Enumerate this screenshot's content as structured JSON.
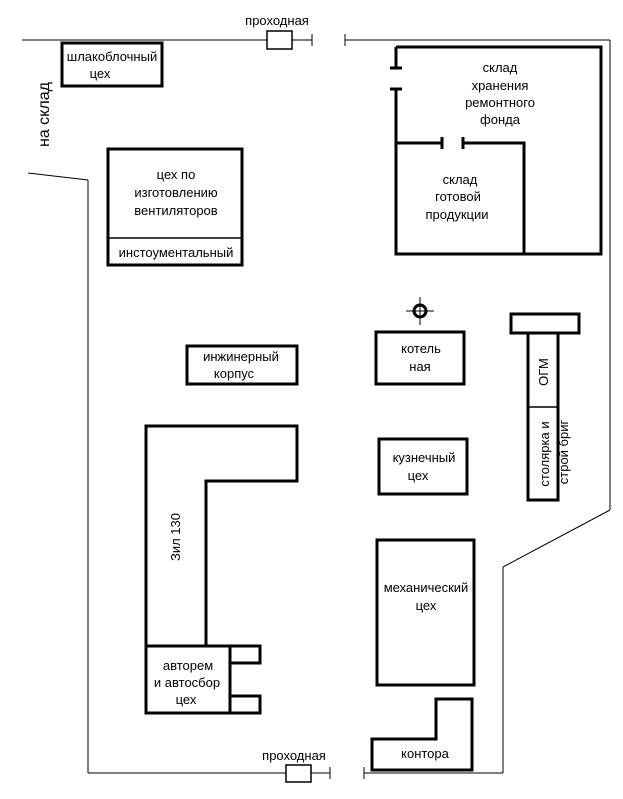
{
  "labels": {
    "gate_top": "проходная",
    "gate_bottom": "проходная",
    "to_warehouse": "на склад",
    "slag_block": [
      "шлакоблочный",
      "цех"
    ],
    "warehouse_repair": [
      "склад",
      "хранения",
      "ремонтного",
      "фонда"
    ],
    "warehouse_finished": [
      "склад",
      "готовой",
      "продукции"
    ],
    "fan_shop": [
      "цех по",
      "изготовлению",
      "вентиляторов"
    ],
    "tool_shop": "инстоументальный",
    "engineering": [
      "инжинерный",
      "корпус"
    ],
    "boiler": [
      "котель",
      "ная"
    ],
    "forge": [
      "кузнечный",
      "цех"
    ],
    "ogm": "ОГМ",
    "carpentry": [
      "столярка и",
      "строй бриг"
    ],
    "zil": "Зил 130",
    "mechanical": [
      "механический",
      "цех"
    ],
    "auto_repair": [
      "авторем",
      "и автосбор",
      "цех"
    ],
    "office": "контора"
  }
}
